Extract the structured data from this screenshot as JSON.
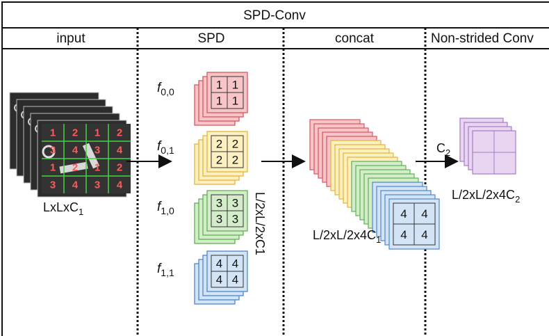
{
  "title": "SPD-Conv",
  "columns": {
    "input": "input",
    "spd": "SPD",
    "concat": "concat",
    "conv": "Non-strided Conv"
  },
  "labels": {
    "input_dims_main": "LxLxC",
    "input_dims_sub": "1",
    "spd_dims": "L/2xL/2xC1",
    "concat_dims_main": "L/2xL/2x4C",
    "concat_dims_sub": "1",
    "conv_dims_main": "L/2xL/2x4C",
    "conv_dims_sub": "2",
    "filters_main": "C",
    "filters_sub": "2"
  },
  "sub_maps": [
    {
      "name_main": "f",
      "name_sub": "0,0",
      "digit": "1",
      "color": "#f7c5c8",
      "edge": "#d9545e"
    },
    {
      "name_main": "f",
      "name_sub": "0,1",
      "digit": "2",
      "color": "#fcf0c0",
      "edge": "#e3b53a"
    },
    {
      "name_main": "f",
      "name_sub": "1,0",
      "digit": "3",
      "color": "#d3ecc9",
      "edge": "#5fb153"
    },
    {
      "name_main": "f",
      "name_sub": "1,1",
      "digit": "4",
      "color": "#d3e4f7",
      "edge": "#4e86cc"
    }
  ],
  "photo_grid_digits": [
    "1",
    "2",
    "1",
    "2",
    "3",
    "4",
    "3",
    "4",
    "1",
    "2",
    "1",
    "2",
    "3",
    "4",
    "3",
    "4"
  ],
  "conv_color": "#e7d5f2",
  "conv_edge": "#a879c4"
}
